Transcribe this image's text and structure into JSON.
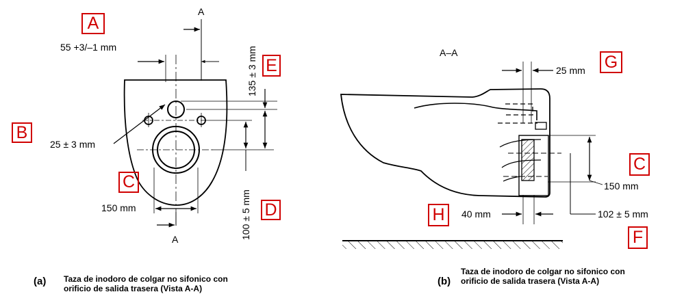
{
  "labels": {
    "A": "A",
    "B": "B",
    "C_left": "C",
    "D": "D",
    "E": "E",
    "G": "G",
    "C_right": "C",
    "F": "F",
    "H": "H"
  },
  "dimensions": {
    "section_mark_top": "A",
    "section_mark_bottom": "A",
    "dim_55": "55 +3/–1 mm",
    "dim_25_pm3": "25 ± 3 mm",
    "dim_150_left": "150 mm",
    "dim_135": "135 ± 3 mm",
    "dim_100": "100 ± 5 mm",
    "section_title": "A–A",
    "dim_25_right": "25 mm",
    "dim_150_right": "150 mm",
    "dim_102": "102 ± 5 mm",
    "dim_40": "40 mm"
  },
  "captions": {
    "a_letter": "(a)",
    "a_line1": "Taza de inodoro de colgar no sifonico con",
    "a_line2": "orificio de salida trasera (Vista A-A)",
    "b_letter": "(b)",
    "b_line1": "Taza de inodoro de colgar no sifonico con",
    "b_line2": "orificio de salida trasera (Vista A-A)"
  }
}
